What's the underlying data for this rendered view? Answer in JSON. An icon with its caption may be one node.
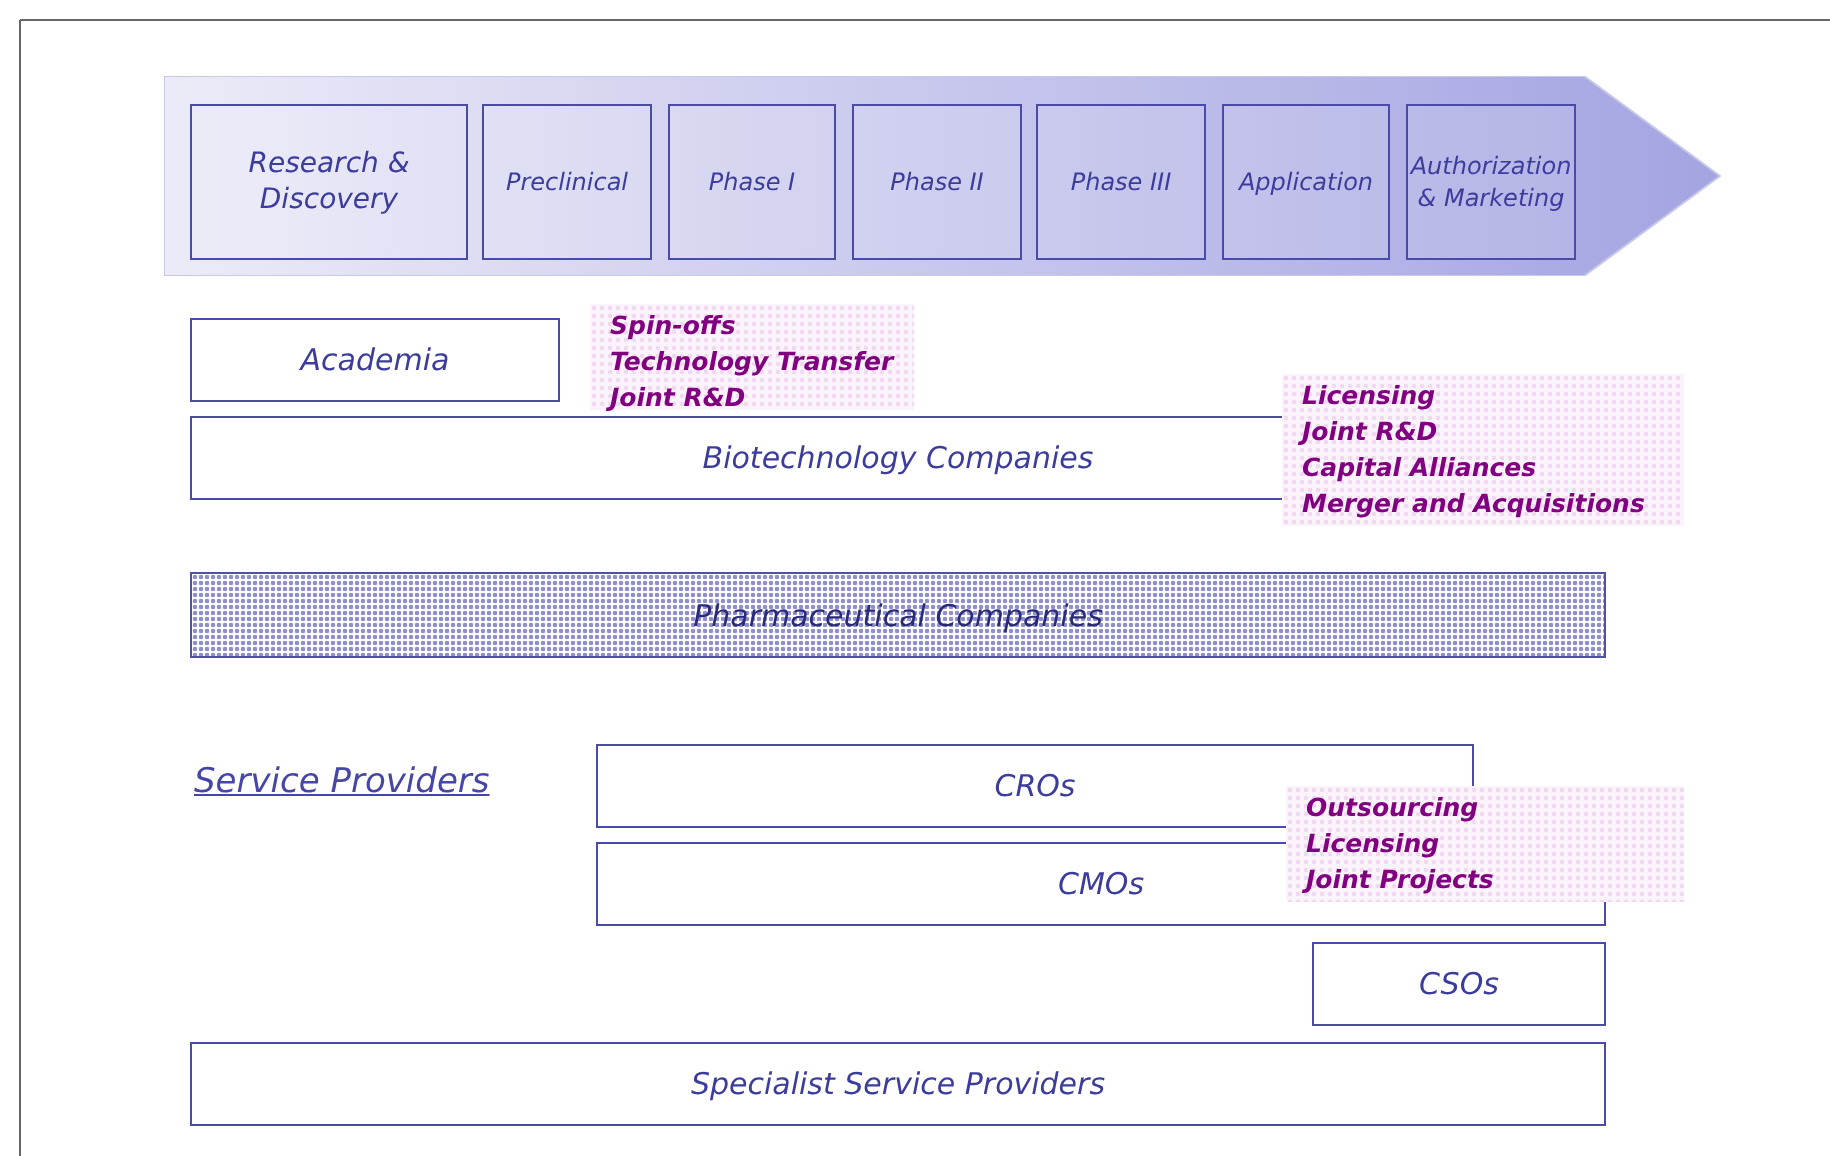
{
  "diagram": {
    "nodes": [
      {
        "text": [],
        "shape": "arrow"
      },
      {
        "text": [
          "Research & Discovery"
        ],
        "in": 0
      },
      {
        "text": [
          "Preclinical"
        ],
        "in": 0
      },
      {
        "text": [
          "Phase I"
        ],
        "in": 0
      },
      {
        "text": [
          "Phase II"
        ],
        "in": 0
      },
      {
        "text": [
          "Phase III"
        ],
        "in": 0
      },
      {
        "text": [
          "Application"
        ],
        "in": 0
      },
      {
        "text": [
          "Authorization & Marketing"
        ],
        "in": 0
      },
      {
        "text": [
          "Academia"
        ]
      },
      {
        "text": [
          "Spin-offs",
          "Technology Transfer",
          "Joint R&D"
        ]
      },
      {
        "text": [
          "Biotechnology Companies"
        ]
      },
      {
        "text": [
          "Licensing",
          "Joint R&D",
          "Capital Alliances",
          "Merger and Acquisitions"
        ]
      },
      {
        "text": [
          "Pharmaceutical Companies"
        ]
      },
      {
        "text": [
          "CROs"
        ]
      },
      {
        "text": [
          "CMOs"
        ]
      },
      {
        "text": [
          "Outsourcing",
          "Licensing",
          "Joint Projects"
        ]
      },
      {
        "text": [
          "CSOs"
        ]
      },
      {
        "text": [
          "Specialist Service Providers"
        ]
      }
    ],
    "labels": [
      "Service Providers"
    ]
  }
}
